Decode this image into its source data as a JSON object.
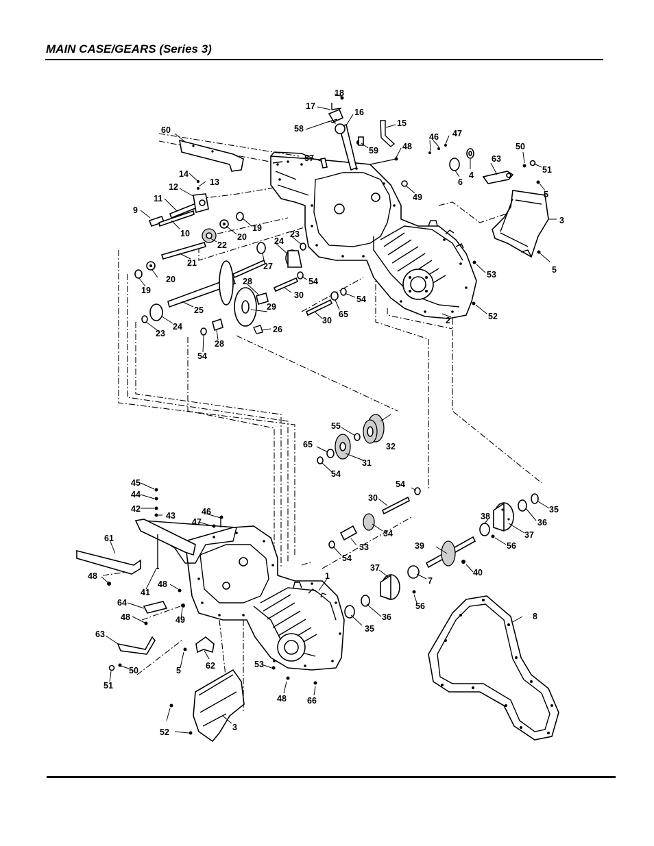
{
  "header": {
    "title": "MAIN CASE/GEARS (Series 3)"
  },
  "callouts": {
    "c1": "1",
    "c2": "2",
    "c3a": "3",
    "c3b": "3",
    "c4": "4",
    "c5a": "5",
    "c5b": "5",
    "c5c": "5",
    "c6": "6",
    "c7": "7",
    "c8": "8",
    "c9": "9",
    "c10": "10",
    "c11": "11",
    "c12": "12",
    "c13": "13",
    "c14": "14",
    "c15": "15",
    "c16": "16",
    "c17": "17",
    "c18": "18",
    "c19a": "19",
    "c19b": "19",
    "c20a": "20",
    "c20b": "20",
    "c21": "21",
    "c22": "22",
    "c23a": "23",
    "c23b": "23",
    "c24a": "24",
    "c24b": "24",
    "c25": "25",
    "c26": "26",
    "c27": "27",
    "c28a": "28",
    "c28b": "28",
    "c29": "29",
    "c30a": "30",
    "c30b": "30",
    "c30c": "30",
    "c31": "31",
    "c32": "32",
    "c33": "33",
    "c34": "34",
    "c35a": "35",
    "c35b": "35",
    "c36a": "36",
    "c36b": "36",
    "c37a": "37",
    "c37b": "37",
    "c38": "38",
    "c39": "39",
    "c40": "40",
    "c41": "41",
    "c42": "42",
    "c43": "43",
    "c44": "44",
    "c45": "45",
    "c46a": "46",
    "c46b": "46",
    "c47a": "47",
    "c47b": "47",
    "c48a": "48",
    "c48b": "48",
    "c48c": "48",
    "c48d": "48",
    "c48e": "48",
    "c49a": "49",
    "c49b": "49",
    "c50a": "50",
    "c50b": "50",
    "c51a": "51",
    "c51b": "51",
    "c52a": "52",
    "c52b": "52",
    "c53a": "53",
    "c53b": "53",
    "c54a": "54",
    "c54b": "54",
    "c54c": "54",
    "c54d": "54",
    "c54e": "54",
    "c54f": "54",
    "c55": "55",
    "c56a": "56",
    "c56b": "56",
    "c57": "57",
    "c58": "58",
    "c59": "59",
    "c60": "60",
    "c61": "61",
    "c62": "62",
    "c63a": "63",
    "c63b": "63",
    "c64": "64",
    "c65a": "65",
    "c65b": "65",
    "c66": "66"
  }
}
